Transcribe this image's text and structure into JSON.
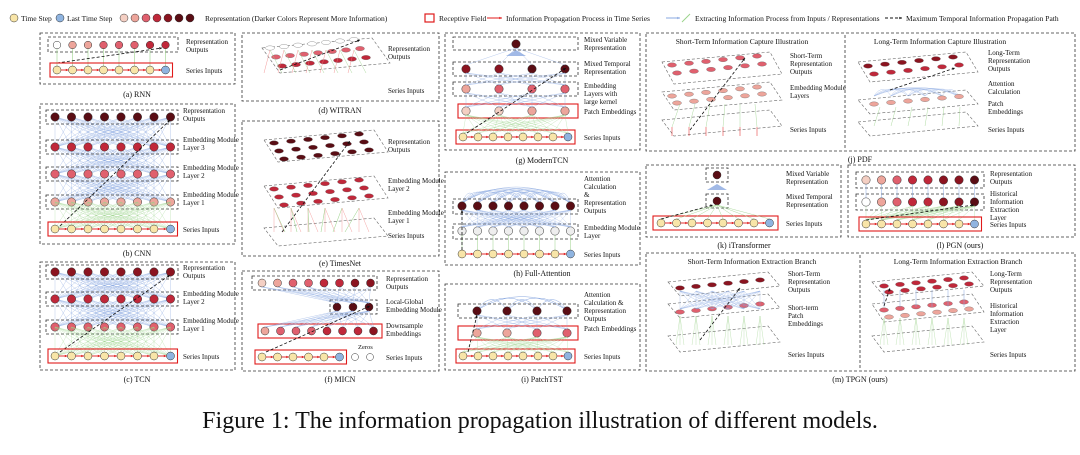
{
  "legend": {
    "time_step": "Time Step",
    "last_time_step": "Last Time Step",
    "representation": "Representation (Darker Colors Represent More Information)",
    "receptive_field": "Receptive Field",
    "info_propagation": "Information Propagation Process in Time Series",
    "extracting": "Extracting Information Process from Inputs / Representations",
    "max_path": "Maximum Temporal Information Propagation Path"
  },
  "panels": {
    "rnn": {
      "title": "(a) RNN",
      "labels": [
        "Representation Outputs",
        "Series Inputs"
      ]
    },
    "cnn": {
      "title": "(b) CNN",
      "labels": [
        "Representation Outputs",
        "Embedding Module Layer 3",
        "Embedding Module Layer 2",
        "Embedding Module Layer 1",
        "Series Inputs"
      ]
    },
    "tcn": {
      "title": "(c) TCN",
      "labels": [
        "Representation Outputs",
        "Embedding Module Layer 2",
        "Embedding Module Layer 1",
        "Series Inputs"
      ]
    },
    "witran": {
      "title": "(d) WITRAN",
      "labels": [
        "Representation Outputs",
        "Series Inputs"
      ]
    },
    "timesnet": {
      "title": "(e) TimesNet",
      "labels": [
        "Representation Outputs",
        "Embedding Module Layer 2",
        "Embedding Module Layer 1",
        "Series Inputs"
      ]
    },
    "micn": {
      "title": "(f) MICN",
      "labels": [
        "Representation Outputs",
        "Local-Global Embedding Module",
        "Downsample Embeddings",
        "Zeros",
        "Series Inputs"
      ]
    },
    "moderntcn": {
      "title": "(g) ModernTCN",
      "labels": [
        "Mixed Variable Representation",
        "Mixed Temporal Representation",
        "Embedding Layers with large kernel",
        "Patch Embeddings",
        "Series Inputs"
      ]
    },
    "full_attention": {
      "title": "(h) Full-Attention",
      "labels": [
        "Attention Calculation & Representation Outputs",
        "Embedding Module Layer",
        "Series Inputs"
      ]
    },
    "patchtst": {
      "title": "(i) PatchTST",
      "labels": [
        "Attention Calculation & Representation Outputs",
        "Patch Embeddings",
        "Series Inputs"
      ]
    },
    "pdf": {
      "title": "(j) PDF",
      "left_title": "Short-Term Information Capture Illustration",
      "right_title": "Long-Term Information Capture Illustration",
      "left_labels": [
        "Short-Term Representation Outputs",
        "Embedding Module Layers",
        "Series Inputs"
      ],
      "right_labels": [
        "Long-Term Representation Outputs",
        "Attention Calculation",
        "Patch Embeddings",
        "Series Inputs"
      ]
    },
    "itransformer": {
      "title": "(k) iTransformer",
      "labels": [
        "Mixed Variable Representation",
        "Mixed Temporal Representation",
        "Series Inputs"
      ]
    },
    "pgn": {
      "title": "(l) PGN (ours)",
      "labels": [
        "Representation Outputs",
        "Historical Information Extraction Layer",
        "Series Inputs"
      ]
    },
    "tpgn": {
      "title": "(m) TPGN (ours)",
      "left_title": "Short-Term Information Extraction Branch",
      "right_title": "Long-Term Information Extraction Branch",
      "left_labels": [
        "Short-Term Representation Outputs",
        "Short-term Patch Embeddings",
        "Series Inputs"
      ],
      "right_labels": [
        "Long-Term Representation Outputs",
        "Historical Information Extraction Layer",
        "Series Inputs"
      ]
    }
  },
  "caption": "Figure 1: The information propagation illustration of different models.",
  "colors": {
    "input": "#f8e5a8",
    "last": "#8fb4e0",
    "rep1": "#f4cfc3",
    "rep2": "#eda59b",
    "rep3": "#e0606e",
    "rep4": "#c0283a",
    "rep5": "#8b1420",
    "rep6": "#5a0d14",
    "red": "#e01b1b",
    "blue": "#8aa8e0",
    "green": "#9bd28a"
  }
}
